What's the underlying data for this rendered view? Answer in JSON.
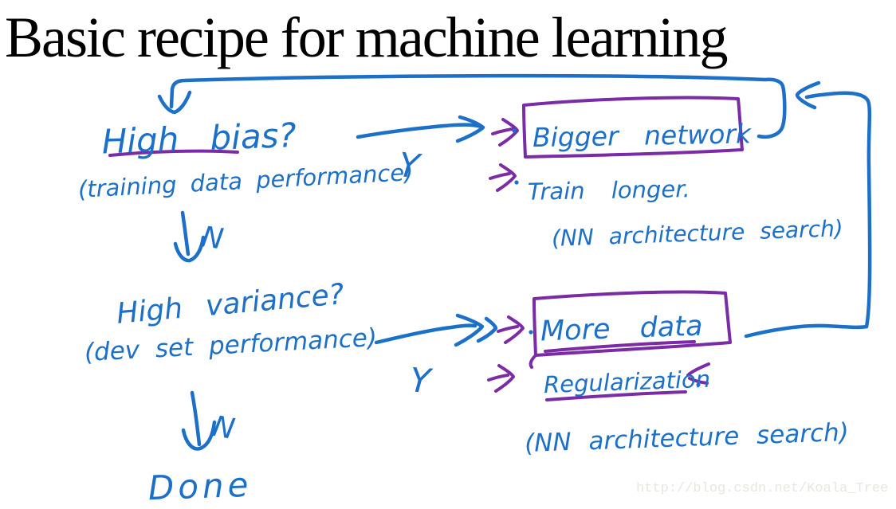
{
  "slide": {
    "title": "Basic recipe for machine learning",
    "watermark": "http://blog.csdn.net/Koala_Tree"
  },
  "colors": {
    "ink_blue": "#1c70c8",
    "ink_purple": "#7b2ba6",
    "title_black": "#000000",
    "watermark_gray": "#e8e6df",
    "background": "#ffffff"
  },
  "diagram": {
    "step1": {
      "question": "High bias?",
      "note": "(training data performance)",
      "yes_label": "Y",
      "no_label": "N"
    },
    "step1_remedies": {
      "boxed": "Bigger network",
      "item2": "Train longer.",
      "item3": "(NN architecture search)"
    },
    "step2": {
      "question": "High variance?",
      "note": "(dev set performance)",
      "yes_label": "Y",
      "no_label": "N"
    },
    "step2_remedies": {
      "boxed": "More data",
      "item2": "Regularization",
      "item3": "(NN architecture search)"
    },
    "done_label": "Done",
    "edges": [
      "High bias? --Y--> Bigger network / Train longer. / (NN architecture search)",
      "High bias? --N--> High variance?",
      "High variance? --Y--> More data / Regularization / (NN architecture search)",
      "High variance? --N--> Done",
      "Bigger network --> loops back to High bias?",
      "More data / Regularization --> loops back to top"
    ]
  }
}
